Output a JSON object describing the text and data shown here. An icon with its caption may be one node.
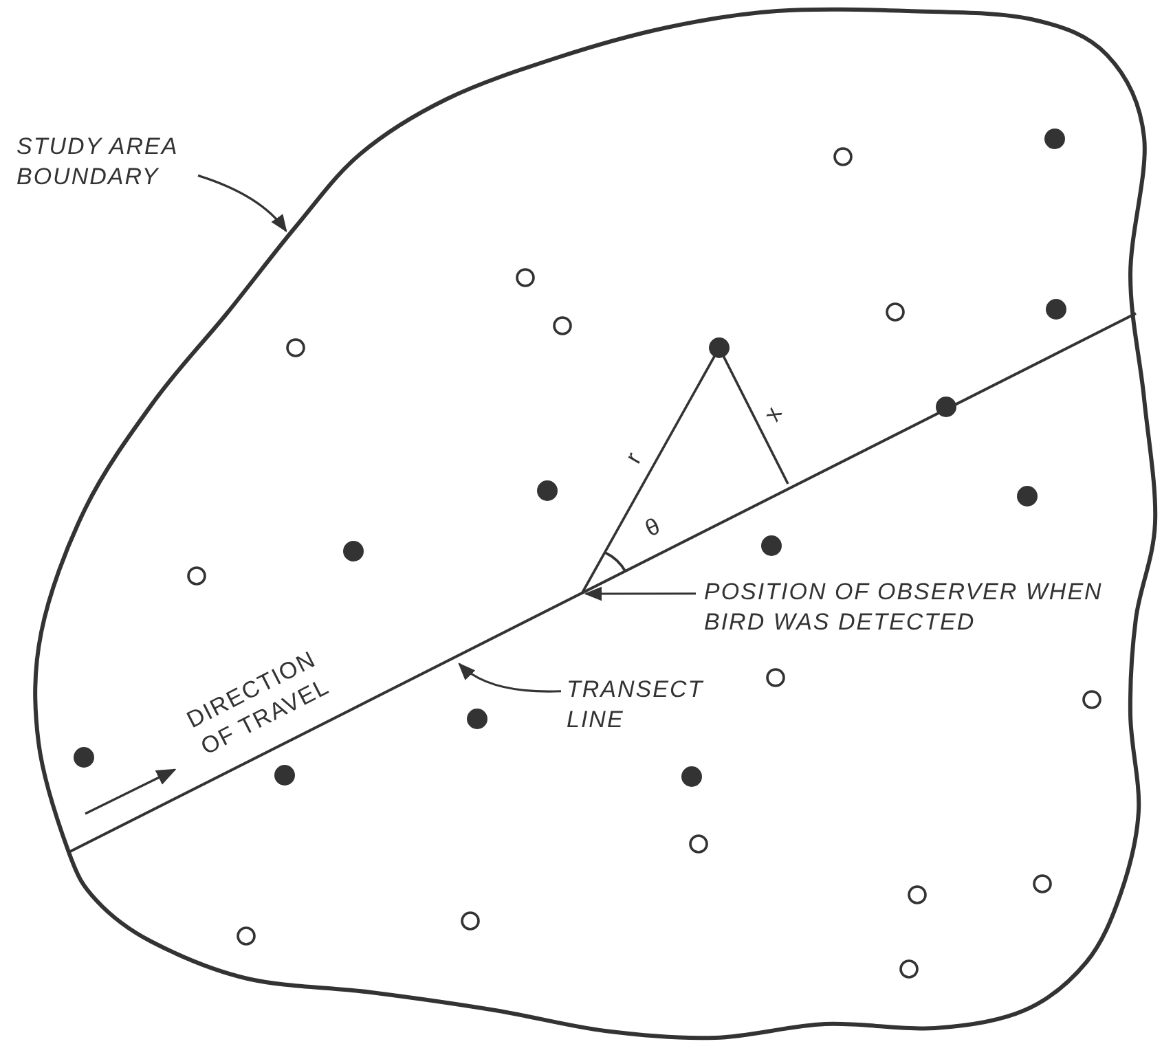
{
  "diagram": {
    "nodes": [
      {
        "text": [
          "STUDY AREA BOUNDARY"
        ]
      },
      {
        "text": [
          "POSITION OF OBSERVER WHEN BIRD WAS DETECTED"
        ]
      },
      {
        "text": [
          "TRANSECT LINE"
        ]
      }
    ],
    "edges": [
      {
        "from": 0,
        "to": null,
        "arrow": "to"
      },
      {
        "from": 1,
        "to": null,
        "arrow": "to"
      },
      {
        "from": 2,
        "to": null,
        "arrow": "to"
      }
    ],
    "labels": [
      "r",
      "x",
      "θ",
      "DIRECTION OF TRAVEL"
    ]
  }
}
